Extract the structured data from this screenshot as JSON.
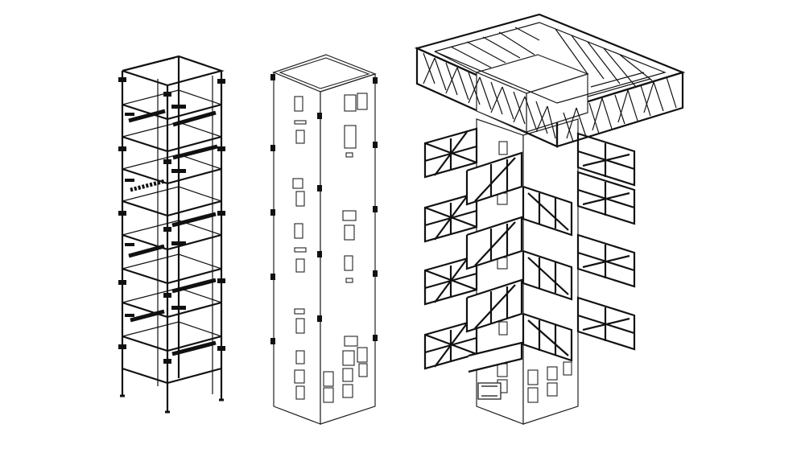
{
  "figure": {
    "panels": [
      {
        "id": "scaffold-tower",
        "kind": "scaffold frame"
      },
      {
        "id": "concrete-core",
        "kind": "concrete core with openings"
      },
      {
        "id": "core-with-platforms",
        "kind": "core with cantilevered truss platforms and roof truss frame"
      }
    ],
    "colors": {
      "line": "#111111",
      "background": "#ffffff"
    }
  }
}
